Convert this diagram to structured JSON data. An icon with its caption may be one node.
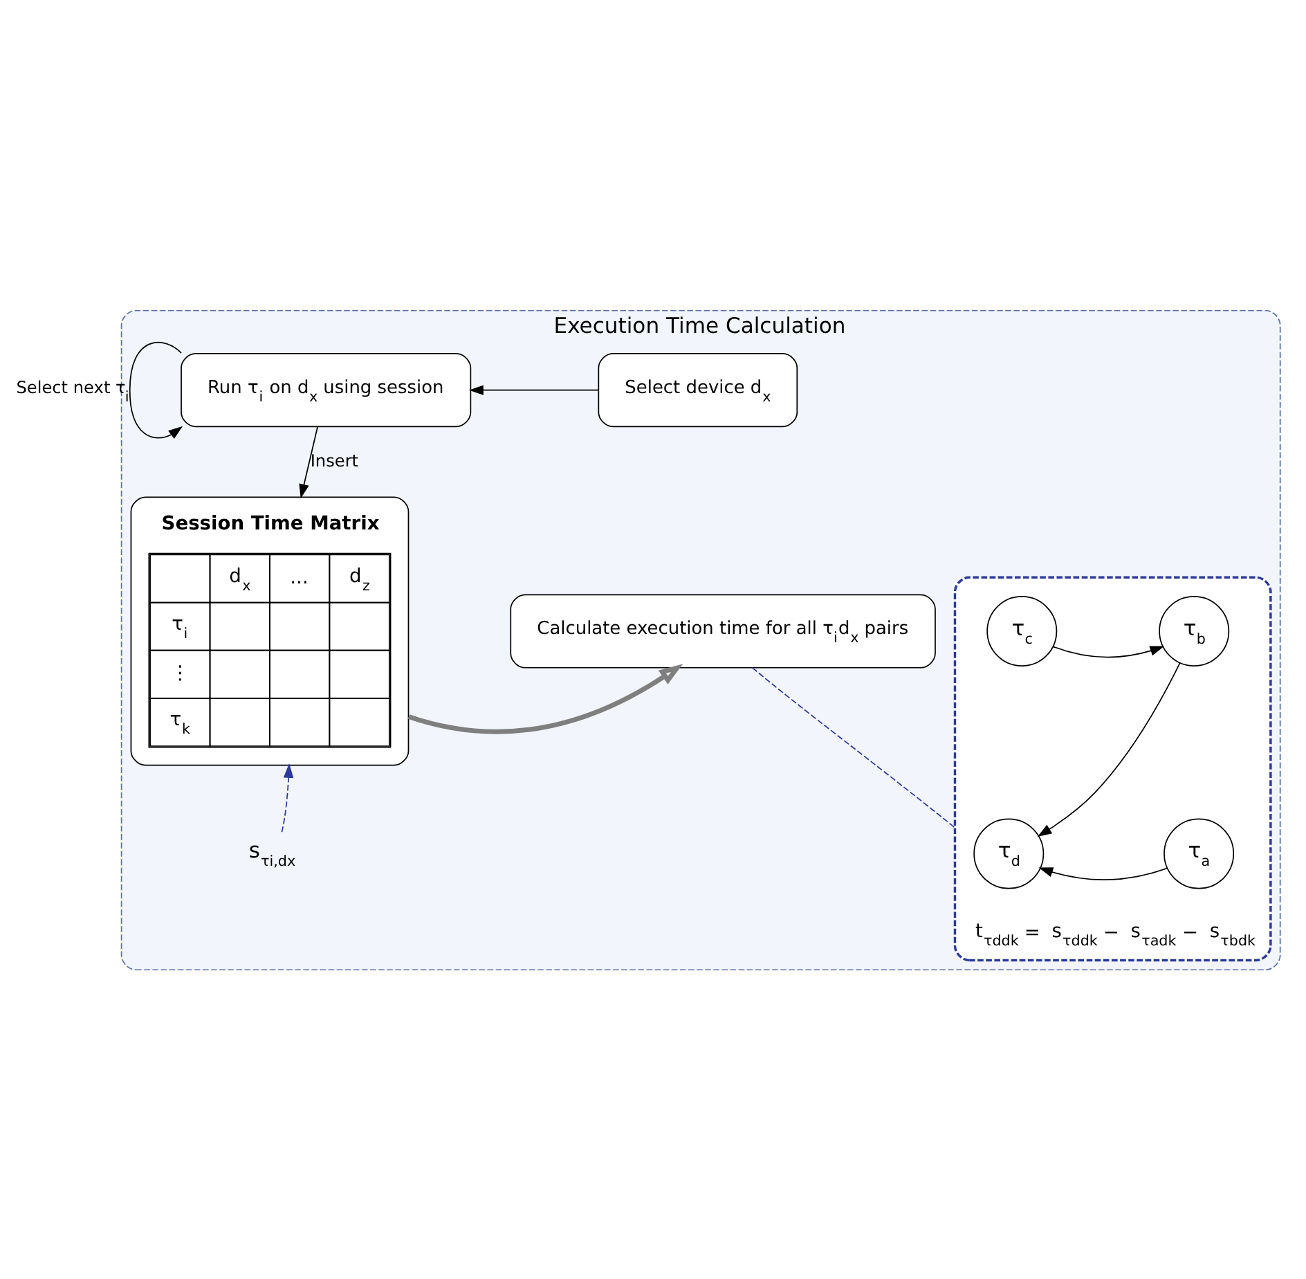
{
  "diagram": {
    "nodes": [
      {
        "text": [
          "Execution Time Calculation"
        ]
      },
      {
        "text": [
          "Select device d$_{x}$"
        ],
        "in": 0
      },
      {
        "text": [
          "Run τ$_{i}$ on d$_{x}$ using session"
        ],
        "in": 0
      },
      {
        "text": [
          "Calculate execution time for all τ$_{i}$d$_{x}$ pairs"
        ],
        "in": 0
      },
      {
        "text": [
          "Session Time Matrix"
        ],
        "in": 0
      },
      {
        "text": [
          "t$_{τddk}$ = s$_{τddk}$ − s$_{τadk}$ − s$_{τbdk}$"
        ],
        "in": 0
      },
      {
        "text": [
          "τ$_{d}$"
        ],
        "in": 5
      },
      {
        "text": [
          "τ$_{a}$"
        ],
        "in": 5
      },
      {
        "text": [
          "τ$_{b}$"
        ],
        "in": 5
      },
      {
        "text": [
          "τ$_{c}$"
        ],
        "in": 5
      },
      {
        "text": [
          "s$_{τi,dx}$"
        ],
        "in": 0
      }
    ],
    "edges": [
      {
        "from": 1,
        "to": 2,
        "arrow": "to"
      },
      {
        "from": 2,
        "to": 2,
        "arrow": "to",
        "label": "Select next τ$_{i}$"
      },
      {
        "from": 2,
        "to": 4,
        "arrow": "to",
        "label": "Insert"
      },
      {
        "from": 4,
        "to": 3,
        "arrow": "to",
        "style": "thick",
        "color": "#7f7f7f"
      },
      {
        "from": 3,
        "to": 5,
        "arrow": "none",
        "style": "dashed",
        "color": "#2b3a9a"
      },
      {
        "from": 7,
        "to": 6,
        "arrow": "to"
      },
      {
        "from": 9,
        "to": 8,
        "arrow": "to"
      },
      {
        "from": 8,
        "to": 6,
        "arrow": "to"
      },
      {
        "from": 10,
        "to": 4,
        "arrow": "to",
        "style": "dashed",
        "color": "#2b3a9a"
      }
    ],
    "labels": [
      "d$_{x}$",
      "...",
      "d$_{z}$",
      "τ$_{i}$",
      "⋮",
      "τ$_{k}$"
    ]
  }
}
